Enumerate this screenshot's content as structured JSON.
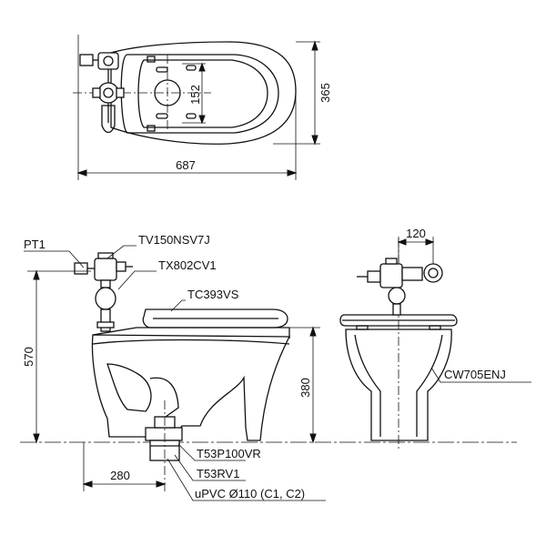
{
  "top_view": {
    "width_dim": "687",
    "depth_dim": "365",
    "hole_dim": "152"
  },
  "side_view": {
    "parts": {
      "pt1": "PT1",
      "tv150": "TV150NSV7J",
      "tx802": "TX802CV1",
      "tc393": "TC393VS",
      "t53p": "T53P100VR",
      "t53rv": "T53RV1",
      "upvc": "uPVC Ø110 (C1, C2)"
    },
    "height_dim": "570",
    "rim_dim": "380",
    "offset_dim": "280"
  },
  "front_view": {
    "width_dim": "120",
    "model": "CW705ENJ"
  }
}
